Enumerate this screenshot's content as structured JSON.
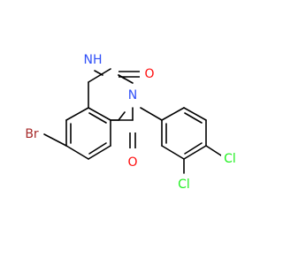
{
  "molecule": {
    "atoms": {
      "br": "Br",
      "nh": "NH",
      "n3": "N",
      "o2": "O",
      "o4": "O",
      "cl3": "Cl",
      "cl4": "Cl"
    }
  },
  "colors": {
    "bond": "#000000",
    "nitrogen": "#3050F8",
    "oxygen": "#FF0D0D",
    "bromine": "#A62929",
    "chlorine": "#1FF01F"
  }
}
